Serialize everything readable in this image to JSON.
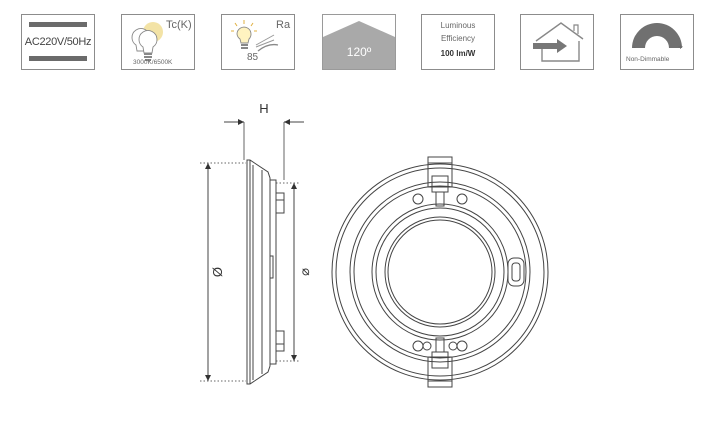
{
  "specs": {
    "voltage": "AC220V/50Hz",
    "cct_label": "Tc(K)",
    "cct_range": "3000K/6500K",
    "cri_label": "Ra",
    "cri_value": "85",
    "beam_angle": "120º",
    "efficiency_line1": "Luminous",
    "efficiency_line2": "Efficiency",
    "efficiency_value": "100 lm/W",
    "dimming_minus": "-",
    "dimming_plus": "+",
    "dimming_label": "Non-Dimmable"
  },
  "drawing": {
    "height_label": "H",
    "diameter_label": "Ø",
    "cutout_label": "⌀"
  },
  "icons": {
    "voltage": "power-bars-icon",
    "cct": "bulb-color-temperature-icon",
    "cri": "bulb-rendering-icon",
    "angle": "beam-angle-icon",
    "install": "indoor-house-icon",
    "dimmer": "dimmer-knob-icon"
  }
}
